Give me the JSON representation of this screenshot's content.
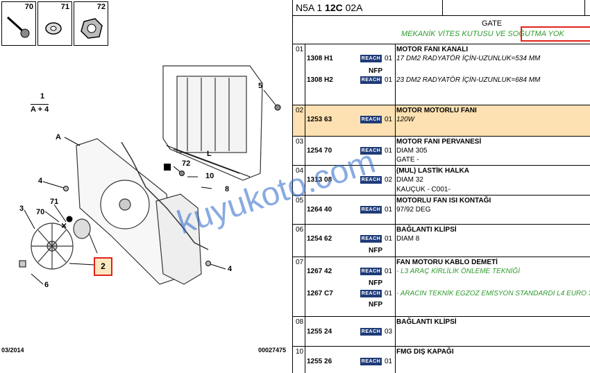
{
  "diagram": {
    "thumbs": [
      "70",
      "71",
      "72"
    ],
    "callouts": {
      "c1": "1",
      "c1sub": "A + 4",
      "c5": "5",
      "cA": "A",
      "c72": "72",
      "c10": "10",
      "c8": "8",
      "c4a": "4",
      "c71": "71",
      "c3": "3",
      "c70": "70",
      "c2": "2",
      "c6": "6",
      "c4b": "4",
      "cL": "L"
    },
    "footer_date": "03/2014",
    "footer_code": "00027475"
  },
  "header": {
    "code_a": "N5A 1 ",
    "code_b": "12C",
    "code_c": " 02A"
  },
  "gate": {
    "label": "GATE",
    "condition": "MEKANİK VİTES KUTUSU VE SOĞUTMA YOK"
  },
  "reach_label": "REACH",
  "groups": [
    {
      "num": "01",
      "title": "MOTOR FANI KANALI",
      "rows": [
        {
          "pn": "1308 H1",
          "qty": "01",
          "desc": "17 DM2 RADYATÖR İÇİN-UZUNLUK=534 MM",
          "nfp": "NFP"
        },
        {
          "pn": "1308 H2",
          "qty": "01",
          "desc": "23 DM2 RADYATÖR İÇİN-UZUNLUK=684 MM",
          "nfp": ""
        }
      ]
    },
    {
      "num": "02",
      "title": "MOTOR MOTORLU FANI",
      "rows": [
        {
          "pn": "1253 63",
          "qty": "01",
          "desc": "120W",
          "nfp": ""
        }
      ]
    },
    {
      "num": "03",
      "title": "MOTOR FANI PERVANESİ",
      "rows": [
        {
          "pn": "1254 70",
          "qty": "01",
          "desc": "DIAM 305",
          "nfp": ""
        }
      ],
      "extra": "GATE -"
    },
    {
      "num": "04",
      "title": "(MUL) LASTİK HALKA",
      "rows": [
        {
          "pn": "1313 08",
          "qty": "02",
          "desc": "DIAM 32",
          "nfp": ""
        }
      ],
      "extra": "KAUÇUK - C001-"
    },
    {
      "num": "05",
      "title": "MOTORLU FAN ISI KONTAĞI",
      "rows": [
        {
          "pn": "1264 40",
          "qty": "01",
          "desc": "97/92 DEG",
          "nfp": ""
        }
      ]
    },
    {
      "num": "06",
      "title": "BAĞLANTI KLİPSİ",
      "rows": [
        {
          "pn": "1254 62",
          "qty": "01",
          "desc": "DIAM 8",
          "nfp": "NFP"
        }
      ]
    },
    {
      "num": "07",
      "title": "FAN MOTORU KABLO DEMETİ",
      "rows": [
        {
          "pn": "1267 42",
          "qty": "01",
          "desc": "- L3 ARAÇ KİRLİLİK ÖNLEME TEKNİĞİ",
          "nfp": "NFP"
        },
        {
          "pn": "1267 C7",
          "qty": "01",
          "desc": "- ARACIN TEKNİK EGZOZ EMİSYON STANDARDI L4 EURO 3",
          "nfp": "NFP"
        }
      ]
    },
    {
      "num": "08",
      "title": "BAĞLANTI KLİPSİ",
      "rows": [
        {
          "pn": "1255 24",
          "qty": "03",
          "desc": "",
          "nfp": ""
        }
      ]
    },
    {
      "num": "10",
      "title": "FMG DIŞ KAPAĞI",
      "rows": [
        {
          "pn": "1255 26",
          "qty": "01",
          "desc": "",
          "nfp": ""
        }
      ]
    }
  ],
  "watermark": "kuyukoto.com",
  "colors": {
    "reach_bg": "#1e3a78",
    "selected_row": "#fde1b2",
    "highlight": "#e0221b",
    "green_text": "#2e9b2e"
  }
}
